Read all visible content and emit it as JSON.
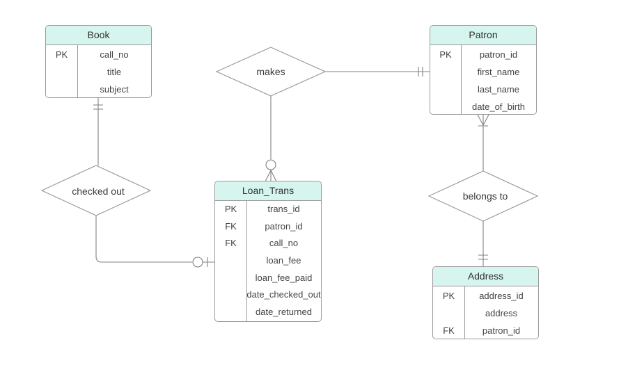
{
  "entities": {
    "book": {
      "title": "Book",
      "rows": [
        {
          "key": "PK",
          "field": "call_no"
        },
        {
          "key": "",
          "field": "title"
        },
        {
          "key": "",
          "field": "subject"
        }
      ]
    },
    "patron": {
      "title": "Patron",
      "rows": [
        {
          "key": "PK",
          "field": "patron_id"
        },
        {
          "key": "",
          "field": "first_name"
        },
        {
          "key": "",
          "field": "last_name"
        },
        {
          "key": "",
          "field": "date_of_birth"
        }
      ]
    },
    "loan_trans": {
      "title": "Loan_Trans",
      "rows": [
        {
          "key": "PK",
          "field": "trans_id"
        },
        {
          "key": "FK",
          "field": "patron_id"
        },
        {
          "key": "FK",
          "field": "call_no"
        },
        {
          "key": "",
          "field": "loan_fee"
        },
        {
          "key": "",
          "field": "loan_fee_paid"
        },
        {
          "key": "",
          "field": "date_checked_out"
        },
        {
          "key": "",
          "field": "date_returned"
        }
      ]
    },
    "address": {
      "title": "Address",
      "rows": [
        {
          "key": "PK",
          "field": "address_id"
        },
        {
          "key": "",
          "field": "address"
        },
        {
          "key": "FK",
          "field": "patron_id"
        }
      ]
    }
  },
  "relationships": {
    "makes": "makes",
    "checked_out": "checked out",
    "belongs_to": "belongs to"
  },
  "colors": {
    "header_fill": "#d6f5ef",
    "stroke": "#9a9a9a",
    "line": "#808080"
  }
}
